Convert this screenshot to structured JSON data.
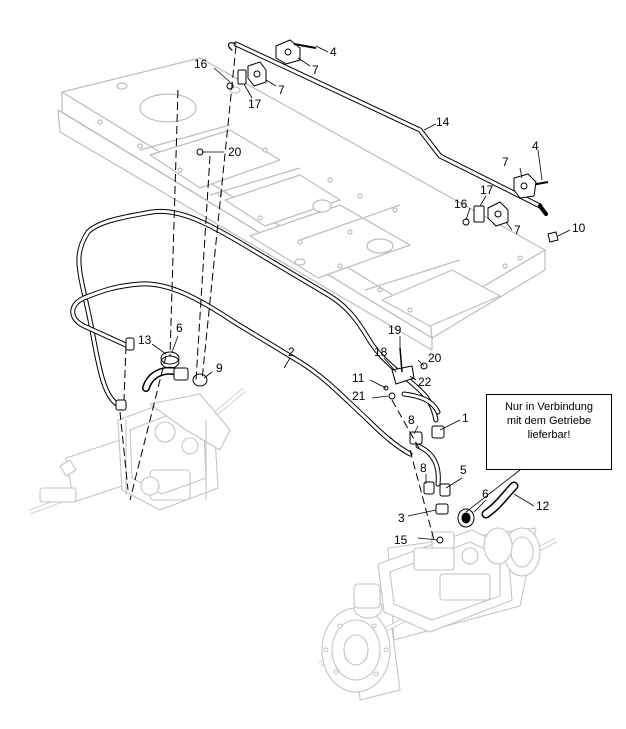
{
  "diagram": {
    "callout_note": {
      "line1": "Nur in Verbindung",
      "line2": "mit dem Getriebe",
      "line3": "lieferbar!"
    },
    "part_labels": [
      {
        "id": "l4a",
        "text": "4"
      },
      {
        "id": "l7a",
        "text": "7"
      },
      {
        "id": "l16a",
        "text": "16"
      },
      {
        "id": "l7b",
        "text": "7"
      },
      {
        "id": "l17a",
        "text": "17"
      },
      {
        "id": "l14",
        "text": "14"
      },
      {
        "id": "l20a",
        "text": "20"
      },
      {
        "id": "l4b",
        "text": "4"
      },
      {
        "id": "l7c",
        "text": "7"
      },
      {
        "id": "l17b",
        "text": "17"
      },
      {
        "id": "l16b",
        "text": "16"
      },
      {
        "id": "l7d",
        "text": "7"
      },
      {
        "id": "l10",
        "text": "10"
      },
      {
        "id": "l6a",
        "text": "6"
      },
      {
        "id": "l13",
        "text": "13"
      },
      {
        "id": "l9",
        "text": "9"
      },
      {
        "id": "l19",
        "text": "19"
      },
      {
        "id": "l18",
        "text": "18"
      },
      {
        "id": "l20b",
        "text": "20"
      },
      {
        "id": "l22",
        "text": "22"
      },
      {
        "id": "l2",
        "text": "2"
      },
      {
        "id": "l11",
        "text": "11"
      },
      {
        "id": "l21",
        "text": "21"
      },
      {
        "id": "l1",
        "text": "1"
      },
      {
        "id": "l8a",
        "text": "8"
      },
      {
        "id": "l8b",
        "text": "8"
      },
      {
        "id": "l5",
        "text": "5"
      },
      {
        "id": "l6b",
        "text": "6"
      },
      {
        "id": "l12",
        "text": "12"
      },
      {
        "id": "l3",
        "text": "3"
      },
      {
        "id": "l15",
        "text": "15"
      }
    ]
  }
}
